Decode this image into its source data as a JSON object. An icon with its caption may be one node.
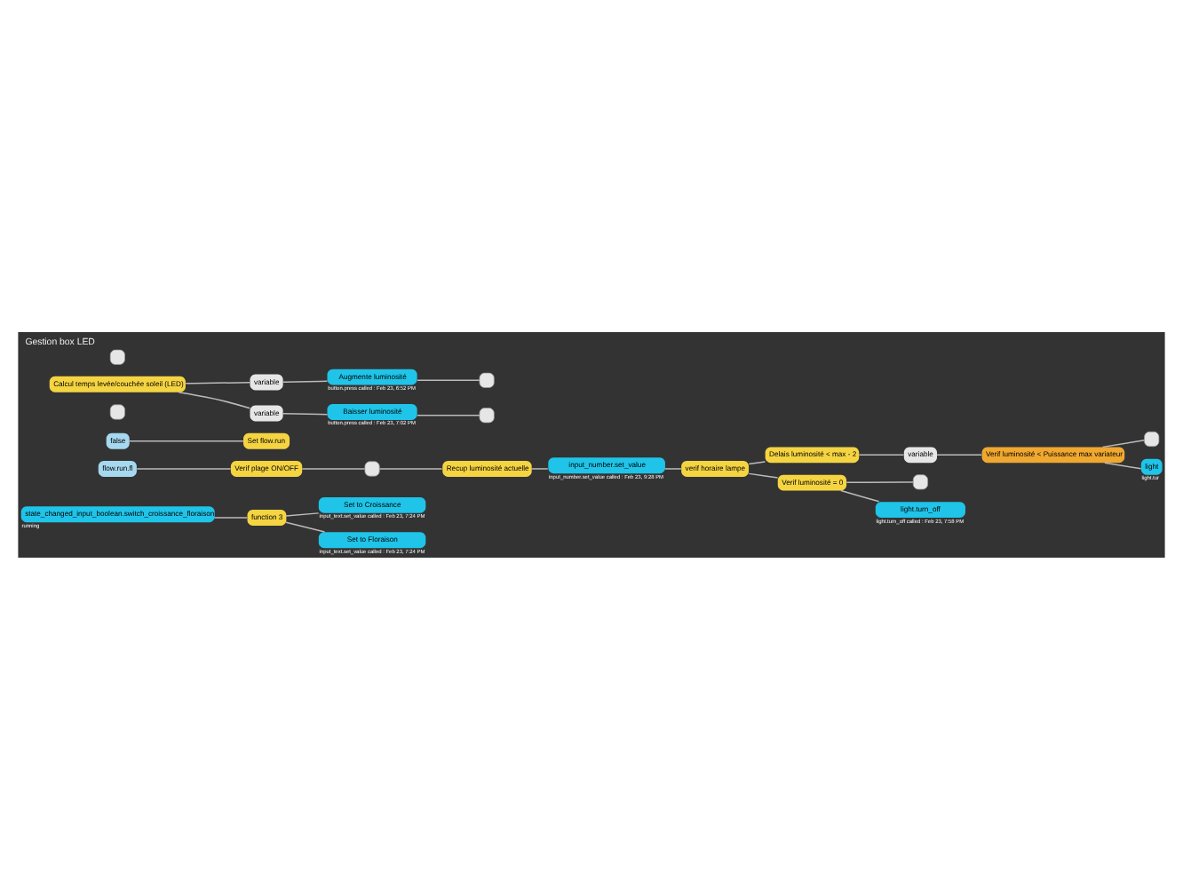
{
  "diagram": {
    "title": "Gestion box LED",
    "nodes": [
      {
        "text": [
          "state_changed_input_boolean.switch_croissance_floraison"
        ],
        "beside": [
          "running"
        ]
      },
      {
        "text": [
          "function 3"
        ]
      },
      {
        "text": [
          "Set to Croissance"
        ],
        "beside": [
          "input_text.set_value called : Feb 23, 7:24 PM"
        ]
      },
      {
        "text": [
          "Set to Floraison"
        ],
        "beside": [
          "input_text.set_value called : Feb 23, 7:24 PM"
        ]
      },
      {
        "text": [
          "flow.run.fl"
        ]
      },
      {
        "text": [
          "Verif plage ON/OFF"
        ]
      },
      {
        "text": [],
        "shape": "box"
      },
      {
        "text": [
          "Recup luminosité actuelle"
        ]
      },
      {
        "text": [
          "input_number.set_value"
        ],
        "beside": [
          "input_number.set_value called : Feb 23, 9:28 PM"
        ]
      },
      {
        "text": [
          "verif horaire lampe"
        ]
      },
      {
        "text": [
          "false"
        ]
      },
      {
        "text": [
          "Set flow.run"
        ]
      },
      {
        "text": [
          "Delais luminosité < max - 2"
        ]
      },
      {
        "text": [
          "variable"
        ]
      },
      {
        "text": [
          "Verif luminosité < Puissance max variateur"
        ]
      },
      {
        "text": [],
        "shape": "box"
      },
      {
        "text": [
          "light"
        ],
        "beside": [
          "light.tur"
        ]
      },
      {
        "text": [],
        "shape": "box"
      },
      {
        "text": [
          "Calcul temps levée/couchée soleil (LED)"
        ]
      },
      {
        "text": [
          "variable"
        ]
      },
      {
        "text": [
          "Augmente luminosité"
        ],
        "beside": [
          "button.press called : Feb 23, 6:52 PM"
        ]
      },
      {
        "text": [],
        "shape": "box"
      },
      {
        "text": [],
        "shape": "box"
      },
      {
        "text": [
          "variable"
        ]
      },
      {
        "text": [
          "Baisser luminosité"
        ],
        "beside": [
          "button.press called : Feb 23, 7:02 PM"
        ]
      },
      {
        "text": [],
        "shape": "box"
      },
      {
        "text": [
          "Verif luminosité = 0"
        ]
      },
      {
        "text": [],
        "shape": "box"
      },
      {
        "text": [
          "light.turn_off"
        ],
        "beside": [
          "light.turn_off called : Feb 23, 7:58 PM"
        ]
      }
    ],
    "edges": [
      {
        "from": 0,
        "to": 1,
        "arrow": "none"
      },
      {
        "from": 1,
        "to": 2,
        "arrow": "none"
      },
      {
        "from": 1,
        "to": 3,
        "arrow": "none"
      },
      {
        "from": 4,
        "to": 5,
        "arrow": "none"
      },
      {
        "from": 5,
        "to": 6,
        "arrow": "none"
      },
      {
        "from": 6,
        "to": 7,
        "arrow": "none"
      },
      {
        "from": 7,
        "to": 8,
        "arrow": "none"
      },
      {
        "from": 8,
        "to": 9,
        "arrow": "none"
      },
      {
        "from": 10,
        "to": 11,
        "arrow": "none"
      },
      {
        "from": 9,
        "to": 12,
        "arrow": "none"
      },
      {
        "from": 9,
        "to": 26,
        "arrow": "none"
      },
      {
        "from": 12,
        "to": 13,
        "arrow": "none"
      },
      {
        "from": 13,
        "to": 14,
        "arrow": "none"
      },
      {
        "from": 14,
        "to": 15,
        "arrow": "none"
      },
      {
        "from": 14,
        "to": 16,
        "arrow": "none"
      },
      {
        "from": 18,
        "to": 19,
        "arrow": "none"
      },
      {
        "from": 18,
        "to": 23,
        "arrow": "none"
      },
      {
        "from": 19,
        "to": 20,
        "arrow": "none"
      },
      {
        "from": 20,
        "to": 21,
        "arrow": "none"
      },
      {
        "from": 23,
        "to": 24,
        "arrow": "none"
      },
      {
        "from": 24,
        "to": 25,
        "arrow": "none"
      },
      {
        "from": 26,
        "to": 27,
        "arrow": "none"
      },
      {
        "from": 26,
        "to": 28,
        "arrow": "none"
      }
    ]
  }
}
